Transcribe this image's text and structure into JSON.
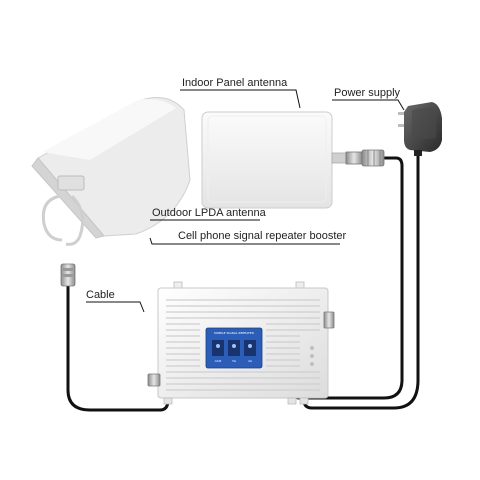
{
  "labels": {
    "indoor_antenna": "Indoor Panel antenna",
    "power_supply": "Power supply",
    "outdoor_antenna": "Outdoor LPDA antenna",
    "booster": "Cell phone signal repeater booster",
    "cable": "Cable"
  },
  "booster_panel": {
    "header": "MOBILE SIGNAL REPEATER",
    "indicators": [
      "GSM",
      "3G",
      "4G"
    ]
  },
  "colors": {
    "device_white": "#f4f4f4",
    "device_shadow": "#d9d9d9",
    "panel_blue": "#2c5db8",
    "cable_black": "#111111",
    "connector_metal": "#b8b8b8",
    "label_text": "#222222"
  }
}
